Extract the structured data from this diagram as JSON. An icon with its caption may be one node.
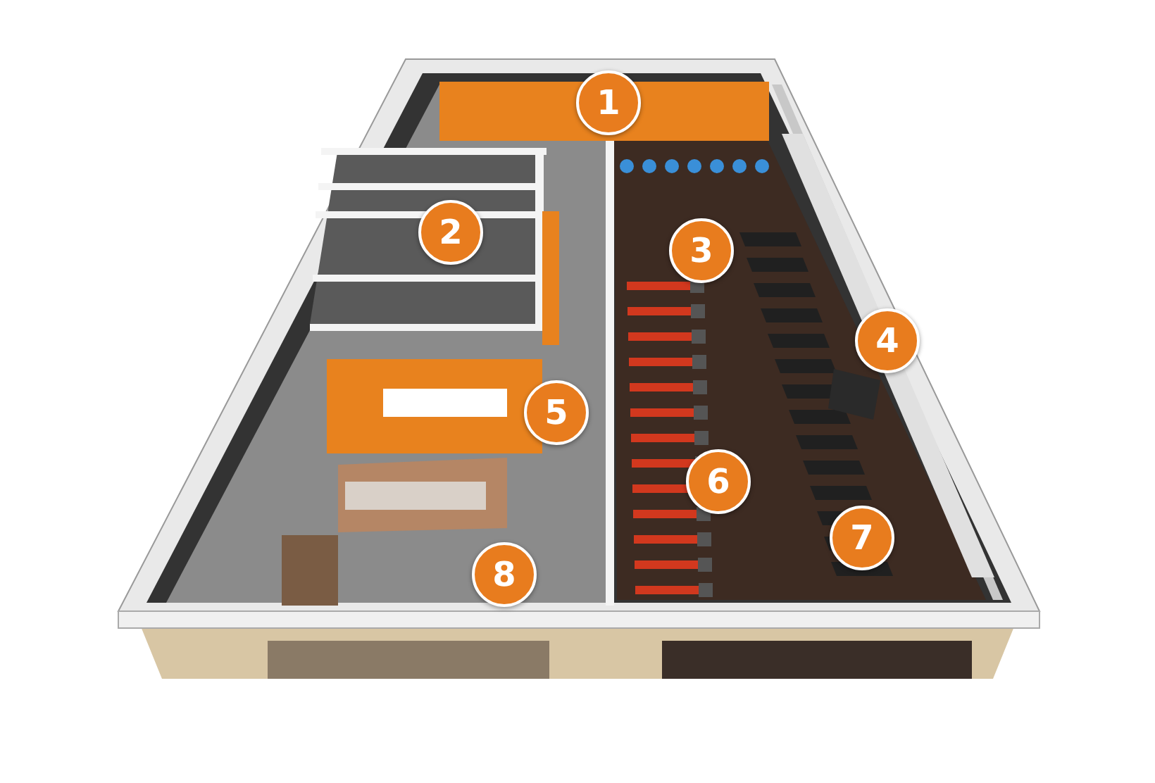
{
  "diagram": {
    "labels": [
      "1",
      "2",
      "3",
      "4",
      "5",
      "6",
      "7",
      "8"
    ]
  }
}
